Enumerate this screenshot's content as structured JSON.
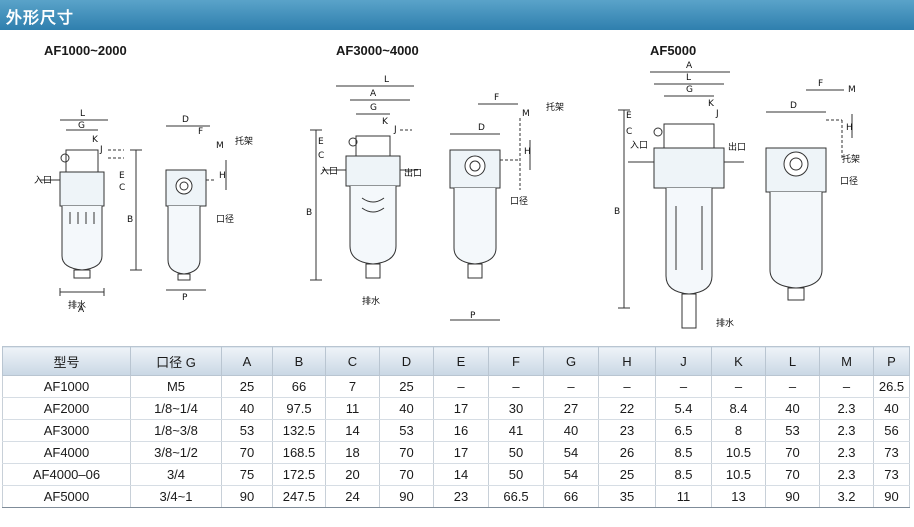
{
  "header": {
    "title": "外形尺寸"
  },
  "diagrams": {
    "af1000_2000": {
      "title": "AF1000~2000"
    },
    "af3000_4000": {
      "title": "AF3000~4000"
    },
    "af5000": {
      "title": "AF5000"
    },
    "labels": {
      "inlet": "入口",
      "outlet": "出口",
      "drain": "排水",
      "bracket": "托架",
      "port": "口径",
      "A": "A",
      "B": "B",
      "C": "C",
      "D": "D",
      "E": "E",
      "F": "F",
      "G": "G",
      "H": "H",
      "J": "J",
      "K": "K",
      "L": "L",
      "M": "M",
      "P": "P"
    }
  },
  "table": {
    "headers": [
      "型号",
      "口径 G",
      "A",
      "B",
      "C",
      "D",
      "E",
      "F",
      "G",
      "H",
      "J",
      "K",
      "L",
      "M",
      "P"
    ],
    "rows": [
      [
        "AF1000",
        "M5",
        "25",
        "66",
        "7",
        "25",
        "–",
        "–",
        "–",
        "–",
        "–",
        "–",
        "–",
        "–",
        "26.5"
      ],
      [
        "AF2000",
        "1/8~1/4",
        "40",
        "97.5",
        "11",
        "40",
        "17",
        "30",
        "27",
        "22",
        "5.4",
        "8.4",
        "40",
        "2.3",
        "40"
      ],
      [
        "AF3000",
        "1/8~3/8",
        "53",
        "132.5",
        "14",
        "53",
        "16",
        "41",
        "40",
        "23",
        "6.5",
        "8",
        "53",
        "2.3",
        "56"
      ],
      [
        "AF4000",
        "3/8~1/2",
        "70",
        "168.5",
        "18",
        "70",
        "17",
        "50",
        "54",
        "26",
        "8.5",
        "10.5",
        "70",
        "2.3",
        "73"
      ],
      [
        "AF4000–06",
        "3/4",
        "75",
        "172.5",
        "20",
        "70",
        "14",
        "50",
        "54",
        "25",
        "8.5",
        "10.5",
        "70",
        "2.3",
        "73"
      ],
      [
        "AF5000",
        "3/4~1",
        "90",
        "247.5",
        "24",
        "90",
        "23",
        "66.5",
        "66",
        "35",
        "11",
        "13",
        "90",
        "3.2",
        "90"
      ]
    ]
  },
  "colors": {
    "header": "#2f7fae",
    "body_fill": "#eef4f8",
    "stroke": "#333333"
  }
}
